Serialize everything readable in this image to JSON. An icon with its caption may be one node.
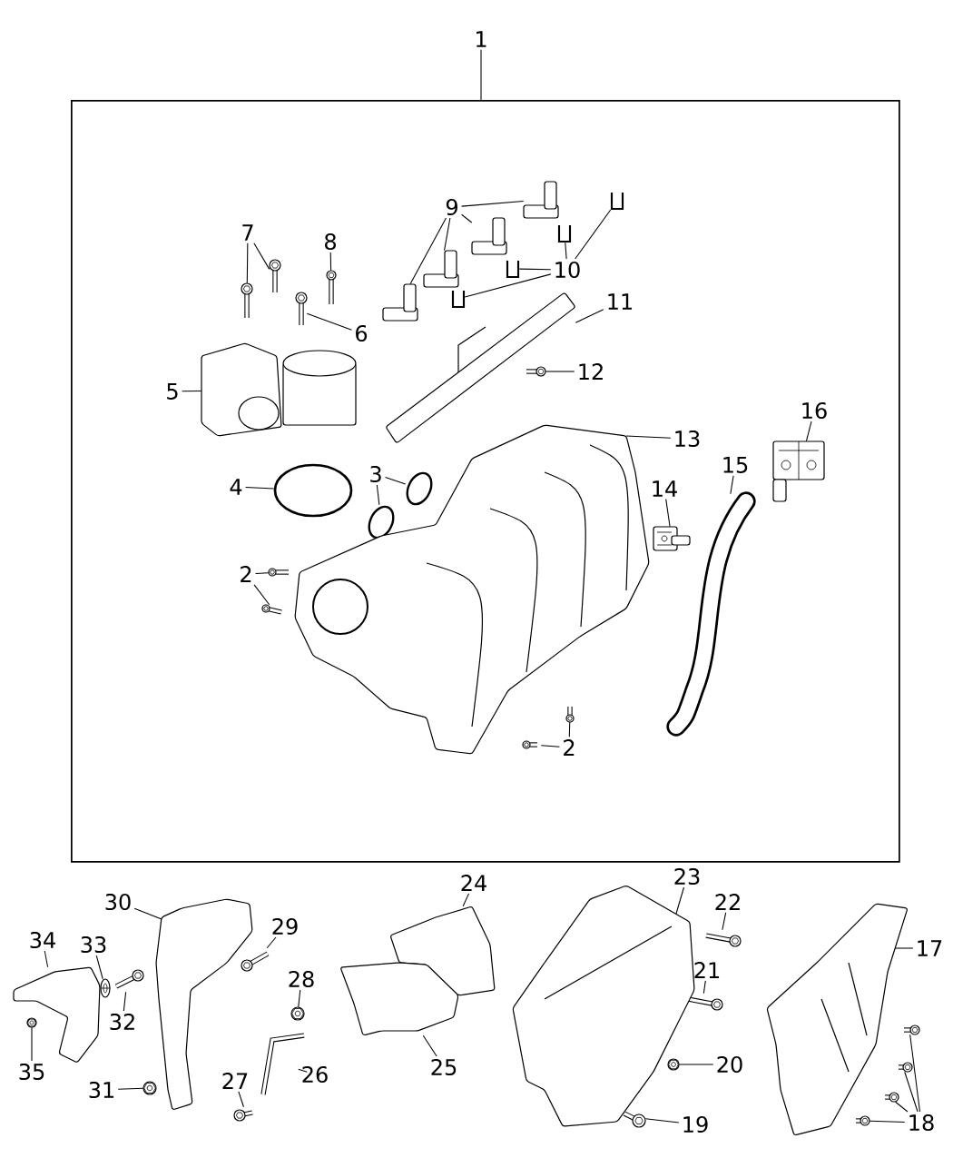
{
  "diagram": {
    "nodes": [
      {
        "text": [
          "1"
        ]
      },
      {
        "text": [],
        "shape": "box"
      },
      {
        "text": [
          "2"
        ],
        "in": 1
      },
      {
        "text": [
          "2"
        ],
        "in": 1
      },
      {
        "text": [
          "3"
        ],
        "in": 1
      },
      {
        "text": [
          "4"
        ],
        "in": 1
      },
      {
        "text": [
          "5"
        ],
        "in": 1
      },
      {
        "text": [
          "6"
        ],
        "in": 1
      },
      {
        "text": [
          "7"
        ],
        "in": 1
      },
      {
        "text": [
          "8"
        ],
        "in": 1
      },
      {
        "text": [
          "9"
        ],
        "in": 1
      },
      {
        "text": [
          "10"
        ],
        "in": 1
      },
      {
        "text": [
          "11"
        ],
        "in": 1
      },
      {
        "text": [
          "12"
        ],
        "in": 1
      },
      {
        "text": [
          "13"
        ],
        "in": 1
      },
      {
        "text": [
          "14"
        ],
        "in": 1
      },
      {
        "text": [
          "15"
        ],
        "in": 1
      },
      {
        "text": [
          "16"
        ],
        "in": 1
      },
      {
        "text": [],
        "shape": "picture",
        "in": 1
      },
      {
        "text": [],
        "shape": "picture",
        "in": 1
      },
      {
        "text": [],
        "shape": "picture",
        "in": 1
      },
      {
        "text": [],
        "shape": "picture",
        "in": 1
      },
      {
        "text": [],
        "shape": "picture",
        "in": 1
      },
      {
        "text": [],
        "shape": "picture",
        "in": 1
      },
      {
        "text": [],
        "shape": "circle",
        "in": 1
      },
      {
        "text": [],
        "shape": "picture",
        "in": 1
      },
      {
        "text": [],
        "shape": "picture",
        "in": 1
      },
      {
        "text": [],
        "shape": "picture",
        "in": 1
      },
      {
        "text": [],
        "shape": "picture",
        "in": 1
      },
      {
        "text": [],
        "shape": "picture",
        "in": 1
      },
      {
        "text": [],
        "shape": "picture",
        "in": 1
      },
      {
        "text": [],
        "shape": "picture",
        "in": 1
      },
      {
        "text": [],
        "shape": "picture",
        "in": 1
      },
      {
        "text": [],
        "shape": "picture",
        "in": 1
      },
      {
        "text": [],
        "shape": "picture",
        "in": 1
      },
      {
        "text": [],
        "shape": "picture",
        "in": 1
      },
      {
        "text": [],
        "shape": "picture",
        "in": 1
      },
      {
        "text": [],
        "shape": "picture",
        "in": 1
      },
      {
        "text": [],
        "shape": "picture",
        "in": 1
      },
      {
        "text": [],
        "shape": "picture",
        "in": 1
      },
      {
        "text": [],
        "shape": "picture",
        "in": 1
      },
      {
        "text": [],
        "shape": "picture",
        "in": 1
      },
      {
        "text": [],
        "shape": "picture",
        "in": 1
      },
      {
        "text": [],
        "shape": "picture",
        "in": 1
      },
      {
        "text": [
          "17"
        ]
      },
      {
        "text": [
          "18"
        ]
      },
      {
        "text": [
          "19"
        ]
      },
      {
        "text": [
          "20"
        ]
      },
      {
        "text": [
          "21"
        ]
      },
      {
        "text": [
          "22"
        ]
      },
      {
        "text": [
          "23"
        ]
      },
      {
        "text": [
          "24"
        ]
      },
      {
        "text": [
          "25"
        ]
      },
      {
        "text": [
          "26"
        ]
      },
      {
        "text": [
          "27"
        ]
      },
      {
        "text": [
          "28"
        ]
      },
      {
        "text": [
          "29"
        ]
      },
      {
        "text": [
          "30"
        ]
      },
      {
        "text": [
          "31"
        ]
      },
      {
        "text": [
          "32"
        ]
      },
      {
        "text": [
          "33"
        ]
      },
      {
        "text": [
          "34"
        ]
      },
      {
        "text": [
          "35"
        ]
      },
      {
        "text": [],
        "shape": "picture"
      },
      {
        "text": [],
        "shape": "picture"
      },
      {
        "text": [],
        "shape": "picture"
      },
      {
        "text": [],
        "shape": "picture"
      },
      {
        "text": [],
        "shape": "picture"
      },
      {
        "text": [],
        "shape": "picture"
      },
      {
        "text": [],
        "shape": "picture"
      },
      {
        "text": [],
        "shape": "picture"
      },
      {
        "text": [],
        "shape": "picture"
      },
      {
        "text": [],
        "shape": "picture"
      },
      {
        "text": [],
        "shape": "picture"
      },
      {
        "text": [],
        "shape": "picture"
      },
      {
        "text": [],
        "shape": "picture"
      },
      {
        "text": [],
        "shape": "picture"
      },
      {
        "text": [],
        "shape": "picture"
      },
      {
        "text": [],
        "shape": "picture"
      },
      {
        "text": [],
        "shape": "picture"
      },
      {
        "text": [],
        "shape": "picture"
      },
      {
        "text": [],
        "shape": "picture"
      },
      {
        "text": [],
        "shape": "picture"
      },
      {
        "text": [],
        "shape": "picture"
      },
      {
        "text": [],
        "shape": "picture"
      }
    ],
    "edges": [
      {
        "from": 0,
        "to": 1,
        "arrow": "none"
      },
      {
        "from": 2,
        "to": 18,
        "arrow": "none"
      },
      {
        "from": 2,
        "to": 19,
        "arrow": "none"
      },
      {
        "from": 3,
        "to": 20,
        "arrow": "none"
      },
      {
        "from": 3,
        "to": 21,
        "arrow": "none"
      },
      {
        "from": 4,
        "to": 22,
        "arrow": "none"
      },
      {
        "from": 4,
        "to": 23,
        "arrow": "none"
      },
      {
        "from": 5,
        "to": 24,
        "arrow": "none"
      },
      {
        "from": 6,
        "to": 25,
        "arrow": "none"
      },
      {
        "from": 7,
        "to": 26,
        "arrow": "none"
      },
      {
        "from": 8,
        "to": 27,
        "arrow": "none"
      },
      {
        "from": 8,
        "to": 28,
        "arrow": "none"
      },
      {
        "from": 9,
        "to": 29,
        "arrow": "none"
      },
      {
        "from": 10,
        "to": 30,
        "arrow": "none"
      },
      {
        "from": 10,
        "to": 31,
        "arrow": "none"
      },
      {
        "from": 10,
        "to": 32,
        "arrow": "none"
      },
      {
        "from": 10,
        "to": 33,
        "arrow": "none"
      },
      {
        "from": 11,
        "to": 34,
        "arrow": "none"
      },
      {
        "from": 11,
        "to": 35,
        "arrow": "none"
      },
      {
        "from": 11,
        "to": 36,
        "arrow": "none"
      },
      {
        "from": 11,
        "to": 37,
        "arrow": "none"
      },
      {
        "from": 12,
        "to": 38,
        "arrow": "none"
      },
      {
        "from": 13,
        "to": 39,
        "arrow": "none"
      },
      {
        "from": 14,
        "to": 40,
        "arrow": "none"
      },
      {
        "from": 15,
        "to": 41,
        "arrow": "none"
      },
      {
        "from": 16,
        "to": 42,
        "arrow": "none"
      },
      {
        "from": 17,
        "to": 43,
        "arrow": "none"
      },
      {
        "from": 44,
        "to": 63,
        "arrow": "none"
      },
      {
        "from": 45,
        "to": 64,
        "arrow": "none"
      },
      {
        "from": 45,
        "to": 65,
        "arrow": "none"
      },
      {
        "from": 45,
        "to": 66,
        "arrow": "none"
      },
      {
        "from": 45,
        "to": 67,
        "arrow": "none"
      },
      {
        "from": 46,
        "to": 68,
        "arrow": "none"
      },
      {
        "from": 47,
        "to": 69,
        "arrow": "none"
      },
      {
        "from": 48,
        "to": 70,
        "arrow": "none"
      },
      {
        "from": 49,
        "to": 71,
        "arrow": "none"
      },
      {
        "from": 50,
        "to": 72,
        "arrow": "none"
      },
      {
        "from": 51,
        "to": 73,
        "arrow": "none"
      },
      {
        "from": 52,
        "to": 74,
        "arrow": "none"
      },
      {
        "from": 53,
        "to": 75,
        "arrow": "none"
      },
      {
        "from": 54,
        "to": 76,
        "arrow": "none"
      },
      {
        "from": 55,
        "to": 77,
        "arrow": "none"
      },
      {
        "from": 56,
        "to": 78,
        "arrow": "none"
      },
      {
        "from": 57,
        "to": 79,
        "arrow": "none"
      },
      {
        "from": 58,
        "to": 80,
        "arrow": "none"
      },
      {
        "from": 59,
        "to": 81,
        "arrow": "none"
      },
      {
        "from": 60,
        "to": 82,
        "arrow": "none"
      },
      {
        "from": 61,
        "to": 83,
        "arrow": "none"
      },
      {
        "from": 62,
        "to": 84,
        "arrow": "none"
      }
    ]
  }
}
